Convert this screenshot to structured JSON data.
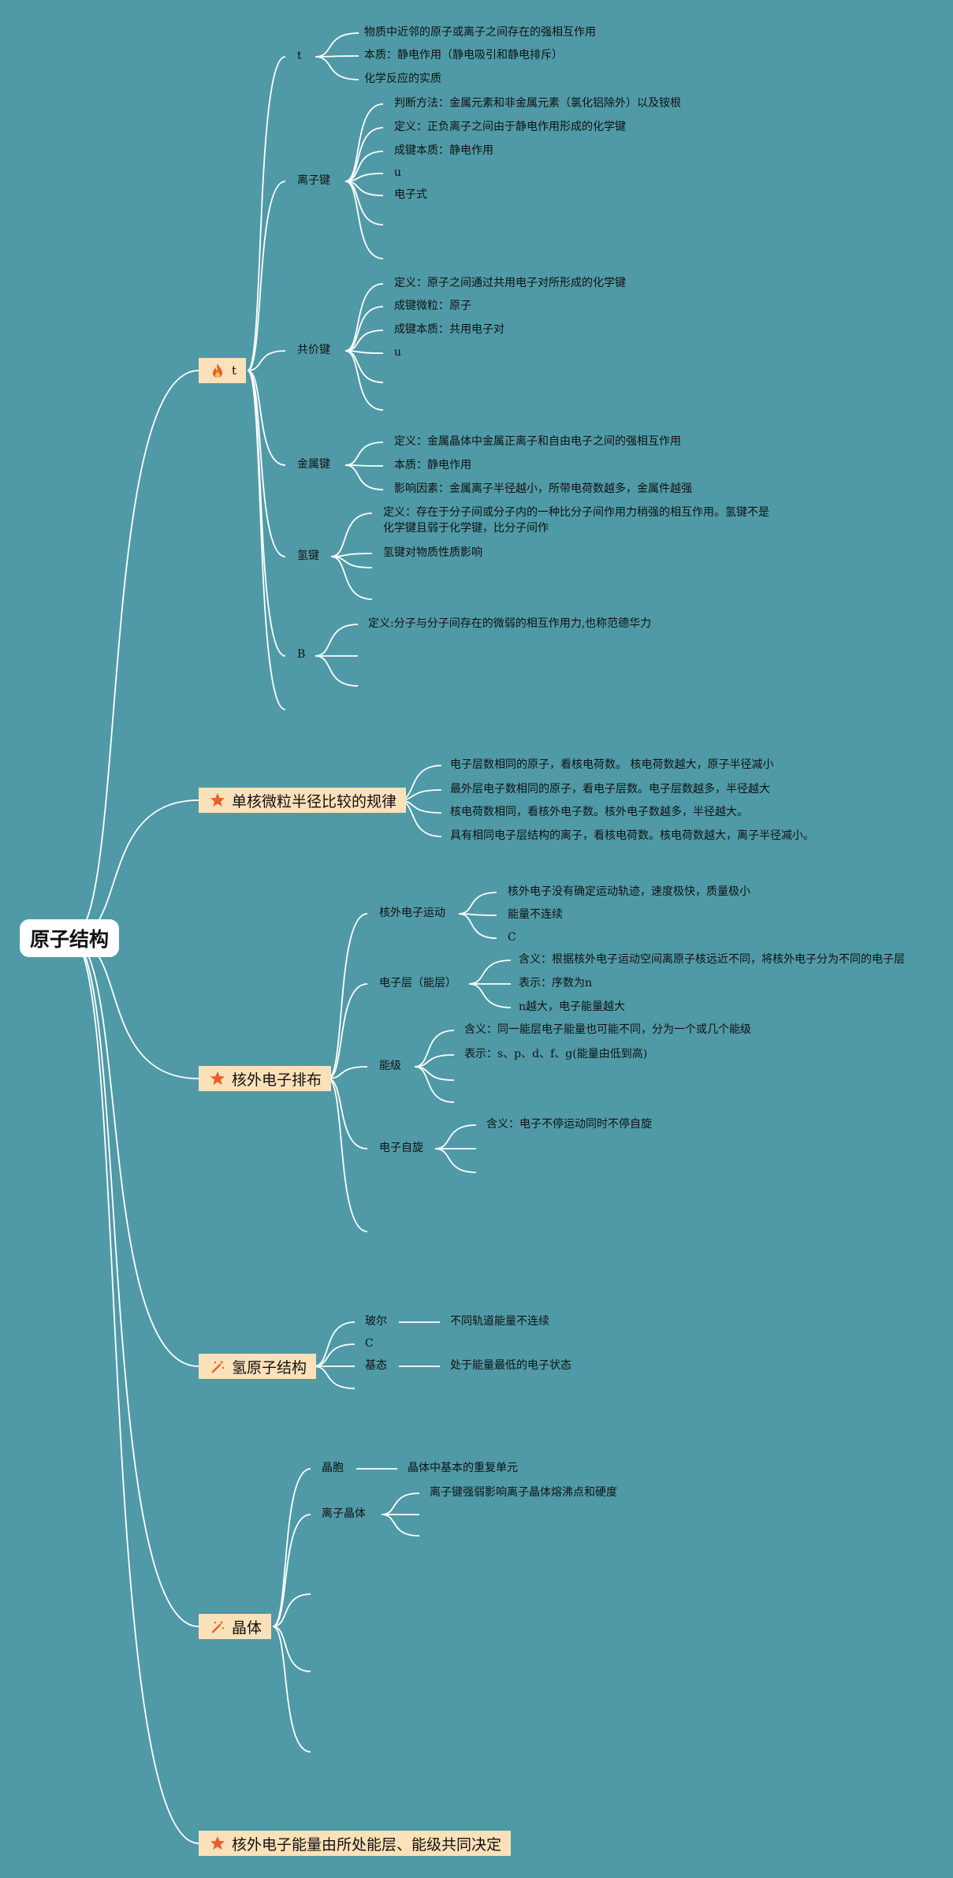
{
  "root": {
    "label": "原子结构"
  },
  "branches": {
    "b1": {
      "label": "t",
      "icon": "fire-icon",
      "t": {
        "label": "t",
        "items": [
          "物质中近邻的原子或离子之间存在的强相互作用",
          "本质：静电作用（静电吸引和静电排斥）",
          "化学反应的实质"
        ]
      },
      "ionic": {
        "label": "离子键",
        "items": [
          "判断方法：金属元素和非金属元素（氯化铝除外）以及铵根",
          "定义：正负离子之间由于静电作用形成的化学键",
          "成键本质：静电作用",
          "u",
          "电子式"
        ]
      },
      "covalent": {
        "label": "共价键",
        "items": [
          "定义：原子之间通过共用电子对所形成的化学键",
          "成键微粒：原子",
          "成键本质：共用电子对",
          "u"
        ]
      },
      "metallic": {
        "label": "金属键",
        "items": [
          "定义：金属晶体中金属正离子和自由电子之间的强相互作用",
          "本质：静电作用",
          "影响因素：金属离子半径越小，所带电荷数越多，金属件越强"
        ]
      },
      "hydrogen": {
        "label": "氢键",
        "items": [
          "定义：存在于分子间或分子内的一种比分子间作用力稍强的相互作用。氢键不是化学键且弱于化学键，比分子间作",
          "氢键对物质性质影响"
        ]
      },
      "b": {
        "label": "B",
        "items": [
          "定义:分子与分子间存在的微弱的相互作用力,也称范德华力"
        ]
      }
    },
    "b2": {
      "label": "单核微粒半径比较的规律",
      "icon": "star-icon",
      "items": [
        "电子层数相同的原子，看核电荷数。 核电荷数越大，原子半径减小",
        "最外层电子数相同的原子，看电子层数。电子层数越多，半径越大",
        "核电荷数相同，看核外电子数。核外电子数越多，半径越大。",
        "具有相同电子层结构的离子，看核电荷数。核电荷数越大，离子半径减小。"
      ]
    },
    "b3": {
      "label": "核外电子排布",
      "icon": "star-icon",
      "motion": {
        "label": "核外电子运动",
        "items": [
          "核外电子没有确定运动轨迹，速度极快，质量极小",
          "能量不连续",
          "C"
        ]
      },
      "shell": {
        "label": "电子层（能层）",
        "items": [
          "含义：根据核外电子运动空间离原子核远近不同，将核外电子分为不同的电子层",
          "表示：序数为n",
          "n越大，电子能量越大"
        ]
      },
      "level": {
        "label": "能级",
        "items": [
          "含义：同一能层电子能量也可能不同，分为一个或几个能级",
          "表示：s、p、d、f、g(能量由低到高)"
        ]
      },
      "spin": {
        "label": "电子自旋",
        "items": [
          "含义：电子不停运动同时不停自旋"
        ]
      }
    },
    "b4": {
      "label": "氢原子结构",
      "icon": "magic-wand-icon",
      "bohr": {
        "label": "玻尔",
        "value": "不同轨道能量不连续"
      },
      "c": {
        "label": "C"
      },
      "ground": {
        "label": "基态",
        "value": "处于能量最低的电子状态"
      }
    },
    "b5": {
      "label": "晶体",
      "icon": "magic-wand-icon",
      "cell": {
        "label": "晶胞",
        "value": "晶体中基本的重复单元"
      },
      "ioncrystal": {
        "label": "离子晶体",
        "items": [
          "离子键强弱影响离子晶体熔沸点和硬度"
        ]
      }
    },
    "b6": {
      "label": "核外电子能量由所处能层、能级共同决定",
      "icon": "star-icon"
    }
  },
  "colors": {
    "background": "#4f9aa6",
    "line": "#ffffff",
    "topic": "#fbe1b9",
    "icon": "#e8602c"
  }
}
